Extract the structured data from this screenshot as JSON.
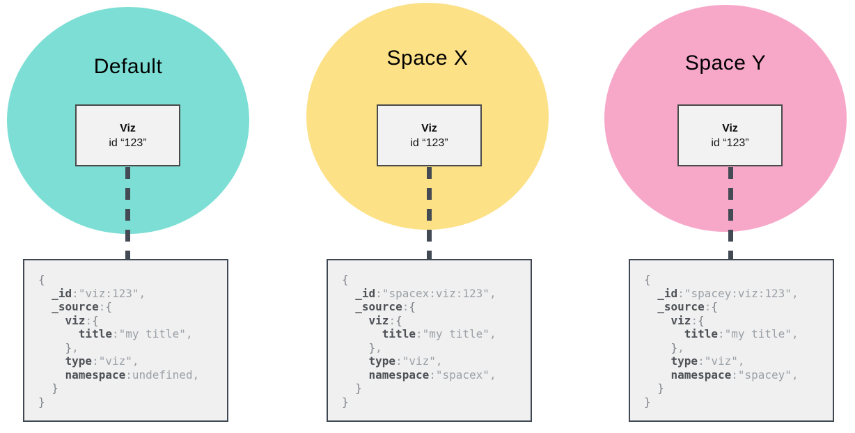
{
  "palette": {
    "title": "#000000",
    "box-fill": "#f2f2f2",
    "box-border": "#4a4a4a",
    "code-fill": "#f0f0f0",
    "code-border": "#3f4753",
    "connector": "#434a54",
    "code-key": "#4d5156",
    "code-value": "#9aa0a6",
    "code-brace": "#7f8389"
  },
  "columns": [
    {
      "title": "Default",
      "color": "#7CDED4",
      "viz_label": "Viz",
      "viz_id": "id “123”",
      "code": [
        [
          [
            "b",
            "{"
          ]
        ],
        [
          [
            "w",
            "  "
          ],
          [
            "k",
            "_id"
          ],
          [
            "p",
            ":"
          ],
          [
            "s",
            "\"viz:123\""
          ],
          [
            "p",
            ","
          ]
        ],
        [
          [
            "w",
            "  "
          ],
          [
            "k",
            "_source"
          ],
          [
            "p",
            ":"
          ],
          [
            "b",
            "{"
          ]
        ],
        [
          [
            "w",
            "    "
          ],
          [
            "k",
            "viz"
          ],
          [
            "p",
            ":"
          ],
          [
            "b",
            "{"
          ]
        ],
        [
          [
            "w",
            "      "
          ],
          [
            "k",
            "title"
          ],
          [
            "p",
            ":"
          ],
          [
            "s",
            "\"my title\""
          ],
          [
            "p",
            ","
          ]
        ],
        [
          [
            "w",
            "    "
          ],
          [
            "b",
            "}"
          ],
          [
            "p",
            ","
          ]
        ],
        [
          [
            "w",
            "    "
          ],
          [
            "k",
            "type"
          ],
          [
            "p",
            ":"
          ],
          [
            "s",
            "\"viz\""
          ],
          [
            "p",
            ","
          ]
        ],
        [
          [
            "w",
            "    "
          ],
          [
            "k",
            "namespace"
          ],
          [
            "p",
            ":"
          ],
          [
            "s",
            "undefined"
          ],
          [
            "p",
            ","
          ]
        ],
        [
          [
            "w",
            "  "
          ],
          [
            "b",
            "}"
          ]
        ],
        [
          [
            "b",
            "}"
          ]
        ]
      ]
    },
    {
      "title": "Space X",
      "color": "#FCE187",
      "viz_label": "Viz",
      "viz_id": "id “123”",
      "code": [
        [
          [
            "b",
            "{"
          ]
        ],
        [
          [
            "w",
            "  "
          ],
          [
            "k",
            "_id"
          ],
          [
            "p",
            ":"
          ],
          [
            "s",
            "\"spacex:viz:123\""
          ],
          [
            "p",
            ","
          ]
        ],
        [
          [
            "w",
            "  "
          ],
          [
            "k",
            "_source"
          ],
          [
            "p",
            ":"
          ],
          [
            "b",
            "{"
          ]
        ],
        [
          [
            "w",
            "    "
          ],
          [
            "k",
            "viz"
          ],
          [
            "p",
            ":"
          ],
          [
            "b",
            "{"
          ]
        ],
        [
          [
            "w",
            "      "
          ],
          [
            "k",
            "title"
          ],
          [
            "p",
            ":"
          ],
          [
            "s",
            "\"my title\""
          ],
          [
            "p",
            ","
          ]
        ],
        [
          [
            "w",
            "    "
          ],
          [
            "b",
            "}"
          ],
          [
            "p",
            ","
          ]
        ],
        [
          [
            "w",
            "    "
          ],
          [
            "k",
            "type"
          ],
          [
            "p",
            ":"
          ],
          [
            "s",
            "\"viz\""
          ],
          [
            "p",
            ","
          ]
        ],
        [
          [
            "w",
            "    "
          ],
          [
            "k",
            "namespace"
          ],
          [
            "p",
            ":"
          ],
          [
            "s",
            "\"spacex\""
          ],
          [
            "p",
            ","
          ]
        ],
        [
          [
            "w",
            "  "
          ],
          [
            "b",
            "}"
          ]
        ],
        [
          [
            "b",
            "}"
          ]
        ]
      ]
    },
    {
      "title": "Space Y",
      "color": "#F7A8C9",
      "viz_label": "Viz",
      "viz_id": "id “123”",
      "code": [
        [
          [
            "b",
            "{"
          ]
        ],
        [
          [
            "w",
            "  "
          ],
          [
            "k",
            "_id"
          ],
          [
            "p",
            ":"
          ],
          [
            "s",
            "\"spacey:viz:123\""
          ],
          [
            "p",
            ","
          ]
        ],
        [
          [
            "w",
            "  "
          ],
          [
            "k",
            "_source"
          ],
          [
            "p",
            ":"
          ],
          [
            "b",
            "{"
          ]
        ],
        [
          [
            "w",
            "    "
          ],
          [
            "k",
            "viz"
          ],
          [
            "p",
            ":"
          ],
          [
            "b",
            "{"
          ]
        ],
        [
          [
            "w",
            "      "
          ],
          [
            "k",
            "title"
          ],
          [
            "p",
            ":"
          ],
          [
            "s",
            "\"my title\""
          ],
          [
            "p",
            ","
          ]
        ],
        [
          [
            "w",
            "    "
          ],
          [
            "b",
            "}"
          ],
          [
            "p",
            ","
          ]
        ],
        [
          [
            "w",
            "    "
          ],
          [
            "k",
            "type"
          ],
          [
            "p",
            ":"
          ],
          [
            "s",
            "\"viz\""
          ],
          [
            "p",
            ","
          ]
        ],
        [
          [
            "w",
            "    "
          ],
          [
            "k",
            "namespace"
          ],
          [
            "p",
            ":"
          ],
          [
            "s",
            "\"spacey\""
          ],
          [
            "p",
            ","
          ]
        ],
        [
          [
            "w",
            "  "
          ],
          [
            "b",
            "}"
          ]
        ],
        [
          [
            "b",
            "}"
          ]
        ]
      ]
    }
  ]
}
